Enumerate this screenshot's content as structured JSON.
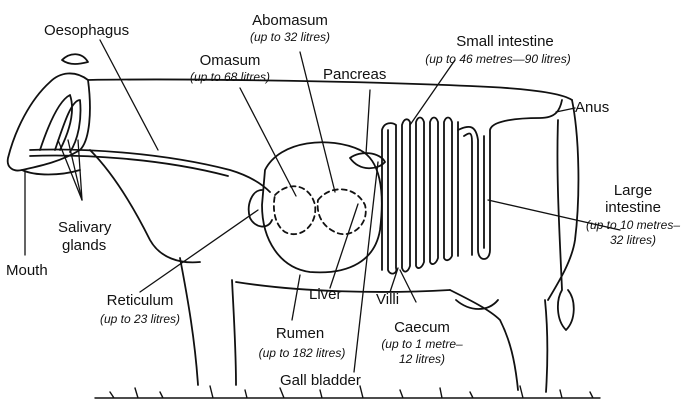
{
  "labels": {
    "oesophagus": "Oesophagus",
    "abomasum": "Abomasum",
    "abomasum_cap": "(up to 32 litres)",
    "omasum": "Omasum",
    "omasum_cap": "(up to 68 litres)",
    "pancreas": "Pancreas",
    "small_intestine": "Small intestine",
    "small_intestine_cap": "(up to 46 metres—90 litres)",
    "anus": "Anus",
    "large_intestine_1": "Large",
    "large_intestine_2": "intestine",
    "large_intestine_cap_1": "(up to 10 metres–",
    "large_intestine_cap_2": "32 litres)",
    "salivary_1": "Salivary",
    "salivary_2": "glands",
    "mouth": "Mouth",
    "reticulum": "Reticulum",
    "reticulum_cap": "(up to 23 litres)",
    "liver": "Liver",
    "villi": "Villi",
    "rumen": "Rumen",
    "rumen_cap": "(up to 182 litres)",
    "caecum": "Caecum",
    "caecum_cap_1": "(up to 1 metre–",
    "caecum_cap_2": "12 litres)",
    "gall_bladder": "Gall bladder"
  }
}
